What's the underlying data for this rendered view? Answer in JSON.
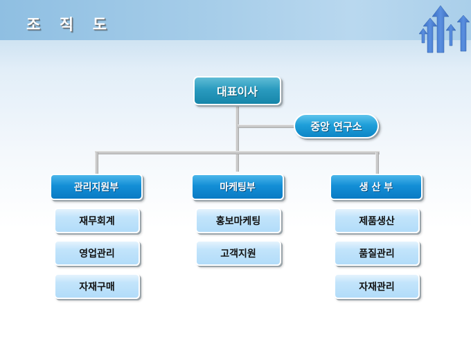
{
  "header": {
    "title": "조 직 도",
    "logo_icon": "rising-arrows-icon"
  },
  "org_chart": {
    "ceo": {
      "label": "대표이사"
    },
    "staff": {
      "label": "중앙 연구소"
    },
    "departments": [
      {
        "label": "관리지원부",
        "teams": [
          "재무회계",
          "영업관리",
          "자재구매"
        ]
      },
      {
        "label": "마케팅부",
        "teams": [
          "홍보마케팅",
          "고객지원"
        ]
      },
      {
        "label": "생 산 부",
        "teams": [
          "제품생산",
          "품질관리",
          "자재관리"
        ]
      }
    ]
  },
  "colors": {
    "header_band": "#a6cde9",
    "ceo_box": "#2a9bbf",
    "dept_box": "#138ed6",
    "team_box": "#c2e4fb",
    "connector": "#c9c9c9",
    "arrow": "#4a7fd0"
  }
}
